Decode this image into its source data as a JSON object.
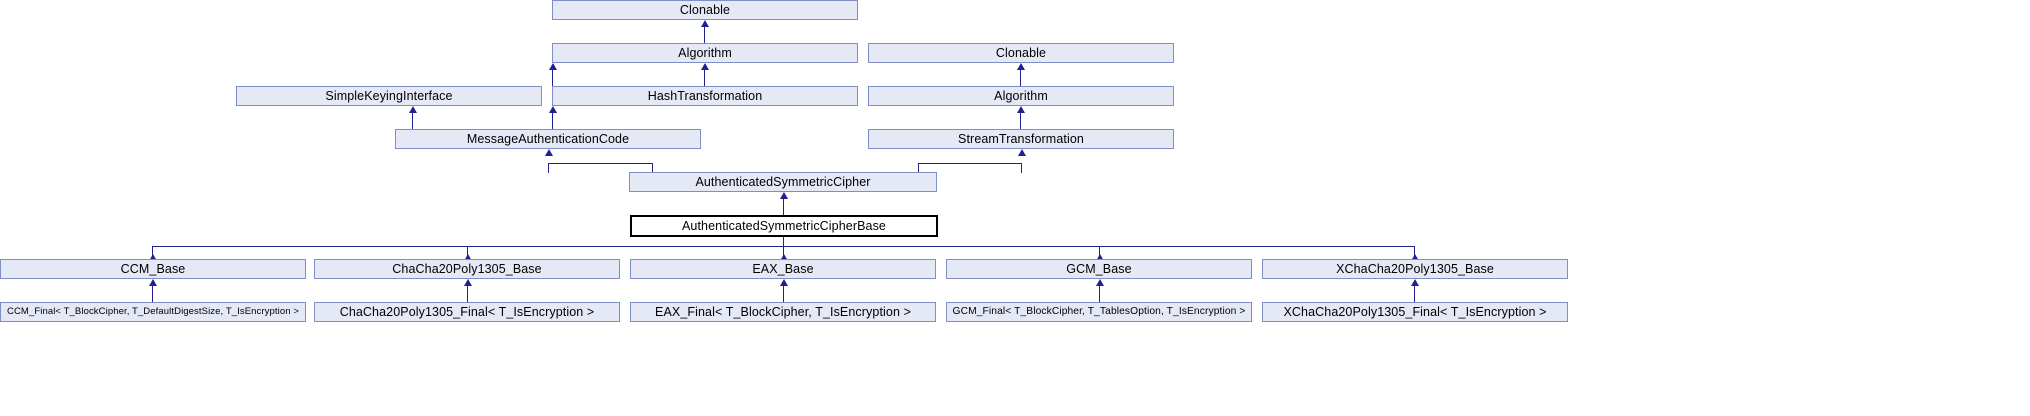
{
  "diagram": {
    "type": "class-inheritance",
    "title": "AuthenticatedSymmetricCipherBase inheritance diagram",
    "colors": {
      "node_fill": "#e5e9f5",
      "node_border": "#7f8fc4",
      "edge": "#202090",
      "current_border": "#000000",
      "current_fill": "#ffffff",
      "background": "#ffffff"
    },
    "nodes": [
      {
        "id": "clonable_top",
        "label": "Clonable"
      },
      {
        "id": "algorithm_left",
        "label": "Algorithm"
      },
      {
        "id": "clonable_right",
        "label": "Clonable"
      },
      {
        "id": "simplekeying",
        "label": "SimpleKeyingInterface"
      },
      {
        "id": "hashtransformation",
        "label": "HashTransformation"
      },
      {
        "id": "algorithm_right",
        "label": "Algorithm"
      },
      {
        "id": "mac",
        "label": "MessageAuthenticationCode"
      },
      {
        "id": "streamtransformation",
        "label": "StreamTransformation"
      },
      {
        "id": "asc",
        "label": "AuthenticatedSymmetricCipher"
      },
      {
        "id": "ascbase",
        "label": "AuthenticatedSymmetricCipherBase"
      },
      {
        "id": "ccm_base",
        "label": "CCM_Base"
      },
      {
        "id": "chacha_base",
        "label": "ChaCha20Poly1305_Base"
      },
      {
        "id": "eax_base",
        "label": "EAX_Base"
      },
      {
        "id": "gcm_base",
        "label": "GCM_Base"
      },
      {
        "id": "xchacha_base",
        "label": "XChaCha20Poly1305_Base"
      },
      {
        "id": "ccm_final",
        "label": "CCM_Final< T_BlockCipher, T_DefaultDigestSize, T_IsEncryption >"
      },
      {
        "id": "chacha_final",
        "label": "ChaCha20Poly1305_Final< T_IsEncryption >"
      },
      {
        "id": "eax_final",
        "label": "EAX_Final< T_BlockCipher, T_IsEncryption >"
      },
      {
        "id": "gcm_final",
        "label": "GCM_Final< T_BlockCipher, T_TablesOption, T_IsEncryption >"
      },
      {
        "id": "xchacha_final",
        "label": "XChaCha20Poly1305_Final< T_IsEncryption >"
      }
    ],
    "current_node": "AuthenticatedSymmetricCipherBase"
  }
}
